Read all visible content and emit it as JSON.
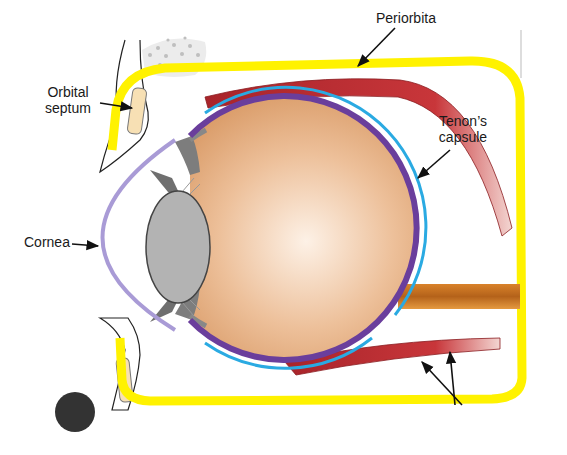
{
  "diagram": {
    "labels": [
      "Periorbita",
      "Orbital septum",
      "Tenon’s capsule",
      "Cornea"
    ]
  }
}
